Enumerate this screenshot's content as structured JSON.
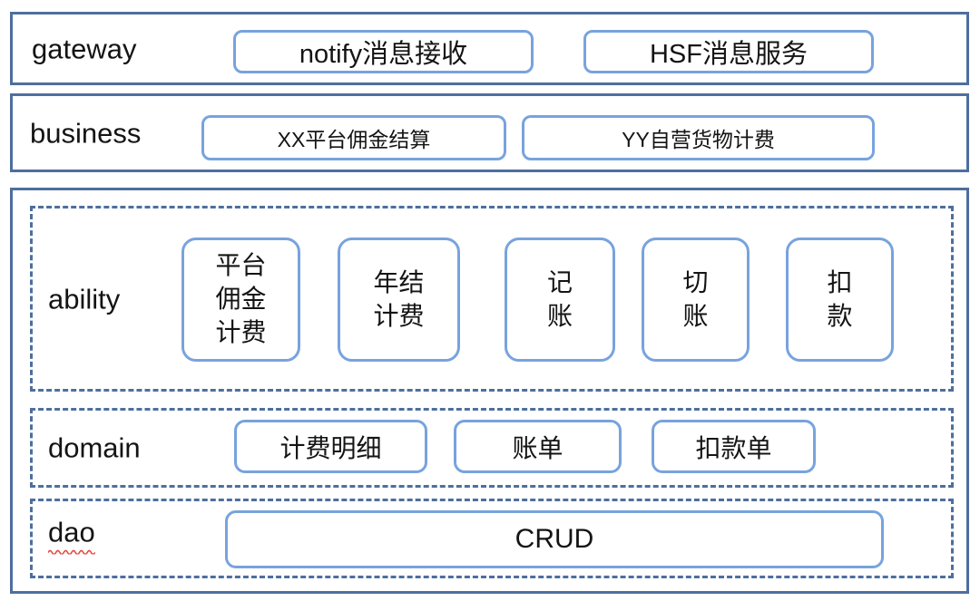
{
  "diagram_title": "layered-billing-architecture",
  "colors": {
    "frame_border": "#4e6f9e",
    "dashed_border": "#4e6f9e",
    "node_border": "#78a3dd",
    "text": "#141414",
    "spellcheck_squiggle": "#e8483a",
    "background": "#ffffff"
  },
  "layers": {
    "gateway": {
      "label": "gateway",
      "boxes": {
        "notify": "notify消息接收",
        "hsf": "HSF消息服务"
      }
    },
    "business": {
      "label": "business",
      "boxes": {
        "xx": "XX平台佣金结算",
        "yy": "YY自营货物计费"
      }
    },
    "ability": {
      "label": "ability",
      "boxes": {
        "platform_commission": "平台\n佣金\n计费",
        "annual_billing": "年结\n计费",
        "bookkeeping": "记\n账",
        "account_switch": "切\n账",
        "deduction": "扣\n款"
      }
    },
    "domain": {
      "label": "domain",
      "boxes": {
        "billing_detail": "计费明细",
        "bill": "账单",
        "deduction_order": "扣款单"
      }
    },
    "dao": {
      "label": "dao",
      "boxes": {
        "crud": "CRUD"
      }
    }
  }
}
